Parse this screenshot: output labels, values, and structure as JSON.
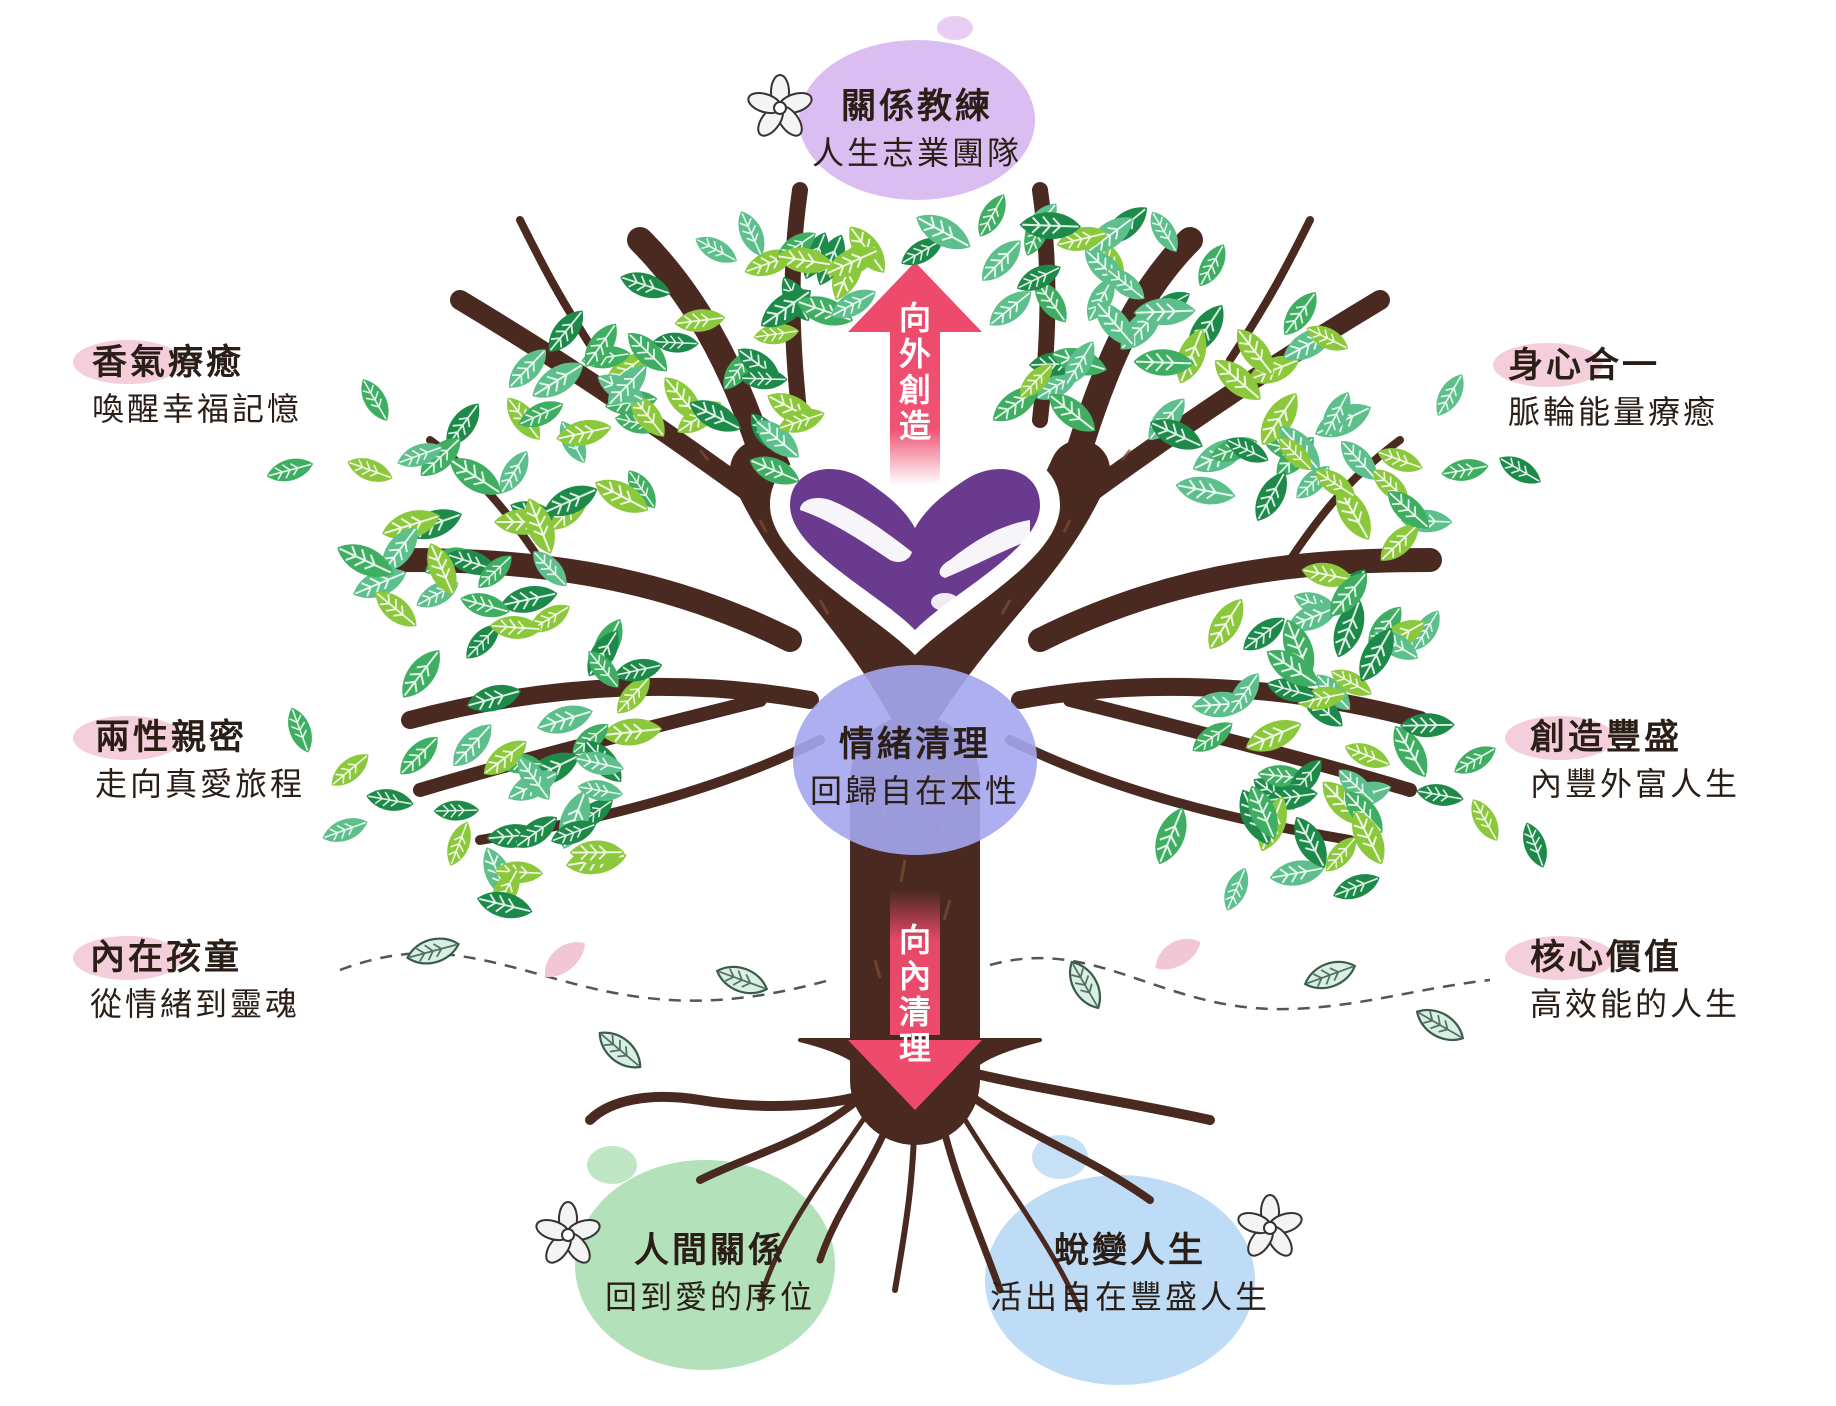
{
  "colors": {
    "trunk": "#4a2a20",
    "trunk_texture": "#7a4e36",
    "heart": "#6a3a8e",
    "leaf_dark": "#1e8a4a",
    "leaf_mid": "#3fae62",
    "leaf_light": "#8cc83c",
    "leaf_teal": "#5cbf8c",
    "arrow": "#ee4a6c",
    "bubble_top": "#d4b3ee",
    "bubble_center": "#a4a6ee",
    "bubble_bottom_left": "#a6dcae",
    "bubble_bottom_right": "#b4d6f4",
    "petal": "#f3c6d6"
  },
  "icons": [
    "flower-icon",
    "leaf-icon",
    "petal-icon",
    "heart-icon",
    "arrow-up-icon",
    "arrow-down-icon"
  ],
  "arrows": {
    "up": "向外創造",
    "down": "向內清理"
  },
  "nodes": {
    "top": {
      "title": "關係教練",
      "subtitle": "人生志業團隊"
    },
    "center": {
      "title": "情緒清理",
      "subtitle": "回歸自在本性"
    },
    "left_1": {
      "title": "香氣療癒",
      "subtitle": "喚醒幸福記憶"
    },
    "left_2": {
      "title": "兩性親密",
      "subtitle": "走向真愛旅程"
    },
    "left_3": {
      "title": "內在孩童",
      "subtitle": "從情緒到靈魂"
    },
    "right_1": {
      "title": "身心合一",
      "subtitle": "脈輪能量療癒"
    },
    "right_2": {
      "title": "創造豐盛",
      "subtitle": "內豐外富人生"
    },
    "right_3": {
      "title": "核心價值",
      "subtitle": "高效能的人生"
    },
    "bottom_left": {
      "title": "人間關係",
      "subtitle": "回到愛的序位"
    },
    "bottom_right": {
      "title": "蛻變人生",
      "subtitle": "活出自在豐盛人生"
    }
  }
}
